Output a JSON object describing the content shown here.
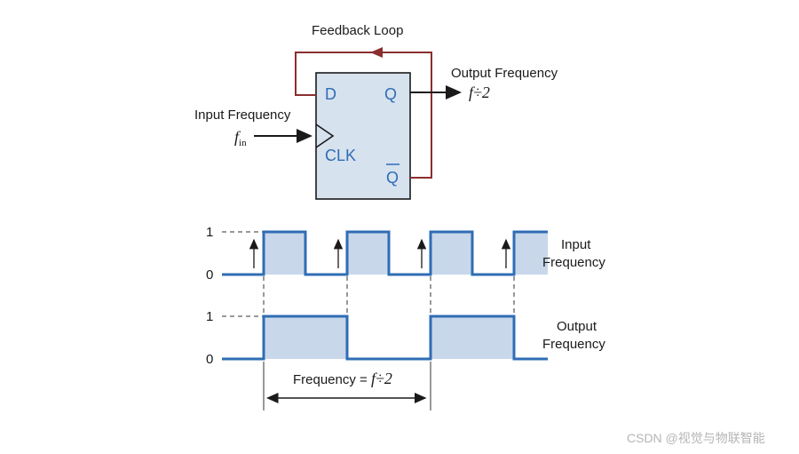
{
  "labels": {
    "feedback": "Feedback Loop",
    "output_frequency": "Output Frequency",
    "output_expr": "f÷2",
    "input_frequency": "Input Frequency",
    "input_var": "f",
    "input_sub": "in",
    "pin_d": "D",
    "pin_q": "Q",
    "pin_clk": "CLK",
    "pin_qbar": "Q"
  },
  "timing": {
    "levels": [
      "1",
      "0"
    ],
    "input_label_line1": "Input",
    "input_label_line2": "Frequency",
    "output_label_line1": "Output",
    "output_label_line2": "Frequency",
    "input_signal": [
      0,
      1,
      0,
      1,
      0,
      1,
      0,
      1
    ],
    "output_signal": [
      0,
      1,
      1,
      0,
      0,
      1,
      1,
      0
    ],
    "measure_prefix": "Frequency = ",
    "measure_expr": "f÷2"
  },
  "watermark": "CSDN @视觉与物联智能",
  "colors": {
    "signal": "#2f6db5",
    "signal_fill": "#c8d7ea",
    "block_fill": "#d7e2ef",
    "feedback": "#8b2e2e",
    "ink": "#1a1a1a"
  }
}
